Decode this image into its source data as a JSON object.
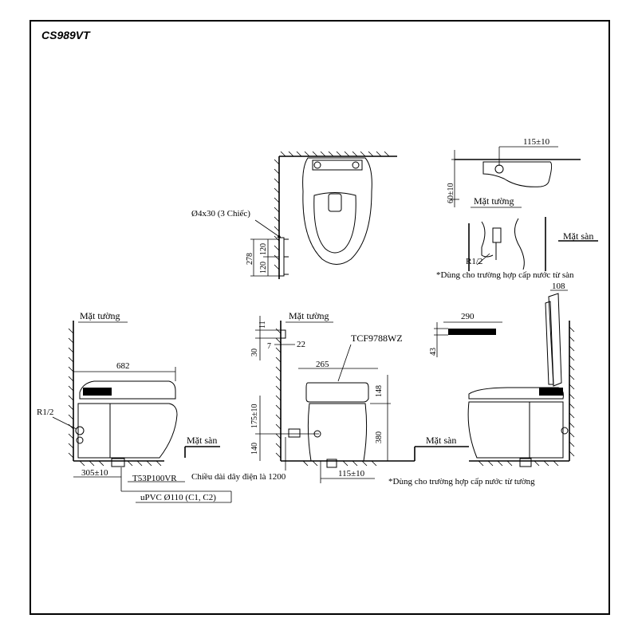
{
  "title": "CS989VT",
  "labels": {
    "wall": "Mặt tường",
    "floor": "Mặt sàn",
    "r12": "R1/2",
    "screw": "Ø4x30 (3 Chiếc)",
    "remote": "TCF9788WZ",
    "flange": "T53P100VR",
    "cable": "Chiều dài dây điện là 1200",
    "pipe": "uPVC Ø110 (C1, C2)",
    "note_floor": "*Dùng cho trường hợp cấp nước từ sàn",
    "note_wall": "*Dùng cho trường hợp cấp nước từ tường"
  },
  "dims": {
    "d682": "682",
    "d305": "305±10",
    "d115a": "115±10",
    "d115b": "115±10",
    "d60": "60±10",
    "d278": "278",
    "d120a": "120",
    "d120b": "120",
    "d11": "11",
    "d30": "30",
    "d7": "7",
    "d22": "22",
    "d265": "265",
    "d148": "148",
    "d380": "380",
    "d175": "175±10",
    "d140": "140",
    "d290": "290",
    "d43": "43",
    "d108": "108"
  }
}
